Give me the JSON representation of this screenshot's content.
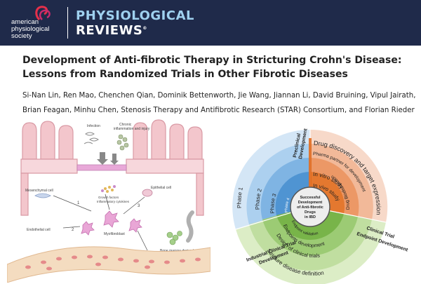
{
  "header": {
    "society_lines": [
      "american",
      "physiological",
      "society"
    ],
    "journal_line1": "PHYSIOLOGICAL",
    "journal_line2": "REVIEWS",
    "trademark": "®",
    "colors": {
      "background": "#1f2a4a",
      "accent": "#9fd1ef",
      "logo_red": "#e5304a"
    }
  },
  "article": {
    "title": "Development of Anti-fibrotic Therapy in Stricturing Crohn's Disease: Lessons from Randomized Trials in Other Fibrotic Diseases",
    "authors_line1": "Si-Nan Lin, Ren Mao, Chenchen Qian, Dominik Bettenworth, Jie Wang, Jiannan Li, David Bruining, Vipul Jairath,",
    "authors_line2": "Brian Feagan, Minhu Chen, Stenosis Therapy and Antifibrotic Research (STAR) Consortium, and Florian Rieder",
    "mail_icon": "envelope-icon"
  },
  "left_figure": {
    "labels": {
      "infection": "Infection",
      "chronic": "Chronic",
      "inflammation": "inflammation and injury",
      "epithelial": "Epithelial cell",
      "mesenchymal": "Mesenchymal cell",
      "growth_factors": "Growth factors",
      "cytokines": "Inflammatory cytokines",
      "myofibroblast": "Myofibroblast",
      "endothelial": "Endothelial cell",
      "bone_marrow": "Bone marrow-derived cells",
      "num1": "1",
      "num2": "2",
      "num3": "3"
    }
  },
  "right_figure": {
    "center": [
      "Successful",
      "Development",
      "of Anti-fibrotic",
      "Drugs",
      "in IBD"
    ],
    "preclinical": [
      "Preclinical",
      "Development"
    ],
    "clinical_trial": [
      "Clinical Trial",
      "Endpoint Development"
    ],
    "industrial": [
      "Industrial Clinical Trial",
      "Development"
    ],
    "orange_rings": [
      "Drug discovery and target expression",
      "Pharma partner for development",
      "Drug Biodistribution",
      "In vitro study",
      "In vivo study"
    ],
    "green_rings": [
      "Endpoint validation",
      "Endpoints development",
      "Design of clinical trials",
      "Stricture disease definition"
    ],
    "blue_rings": [
      "Phase 1",
      "Phase 2",
      "Phase 3",
      "Phase 4"
    ],
    "colors": {
      "orange": [
        "#f7d9c9",
        "#f2b999",
        "#ec9866",
        "#e4782f"
      ],
      "green": [
        "#dcedc6",
        "#c0dea0",
        "#9ccb74",
        "#78b449"
      ],
      "blue": [
        "#d4e6f6",
        "#acd0ef",
        "#7fb4e3",
        "#4f94d2"
      ]
    }
  }
}
